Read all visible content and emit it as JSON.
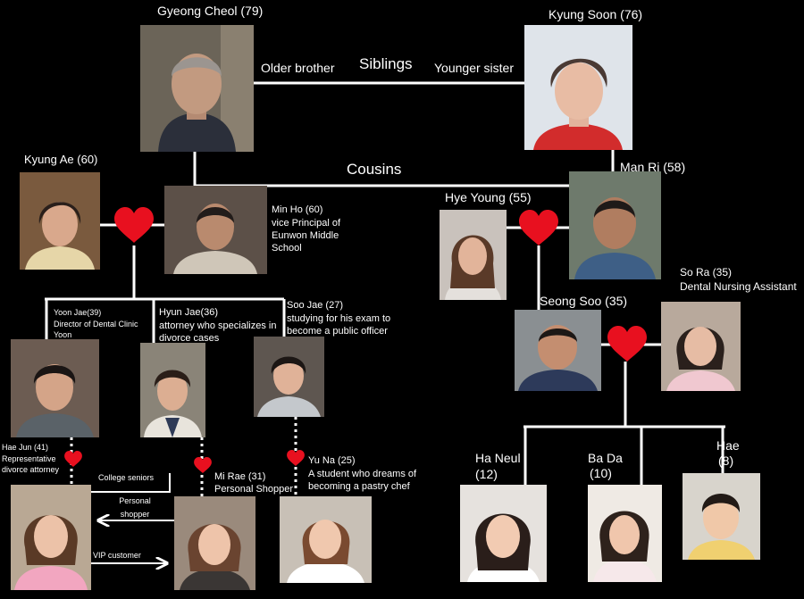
{
  "people": {
    "gyeong_cheol": "Gyeong Cheol (79)",
    "kyung_soon": "Kyung Soon (76)",
    "kyung_ae": "Kyung Ae (60)",
    "min_ho_name": "Min Ho (60)",
    "min_ho_desc": "vice Principal of Eunwon Middle School",
    "man_ri": "Man Ri (58)",
    "hye_young": "Hye Young (55)",
    "so_ra_name": "So Ra (35)",
    "so_ra_desc": "Dental Nursing Assistant",
    "seong_soo": "Seong Soo (35)",
    "yoon_jae_name": "Yoon Jae(39)",
    "yoon_jae_desc": "Director of Dental Clinic Yoon",
    "hyun_jae_name": "Hyun Jae(36)",
    "hyun_jae_desc": "attorney who specializes in divorce cases",
    "soo_jae_name": "Soo Jae (27)",
    "soo_jae_desc": "studying for his exam to become a public officer",
    "hae_jun_name": "Hae Jun (41)",
    "hae_jun_desc": "Representative divorce attorney",
    "mi_rae_name": "Mi Rae (31)",
    "mi_rae_desc": "Personal Shopper",
    "yu_na_name": "Yu Na (25)",
    "yu_na_desc": "A student who dreams of becoming a pastry chef",
    "ha_neul_name": "Ha Neul",
    "ha_neul_age": "(12)",
    "ba_da_name": "Ba Da",
    "ba_da_age": "(10)",
    "hae_name": "Hae",
    "hae_age": "(8)"
  },
  "relations": {
    "older_brother": "Older brother",
    "siblings": "Siblings",
    "younger_sister": "Younger sister",
    "cousins": "Cousins",
    "college_seniors": "College seniors",
    "personal_shopper": "Personal shopper",
    "vip_customer": "VIP customer"
  },
  "colors": {
    "background": "#000000",
    "line": "#ffffff",
    "heart": "#e8101f",
    "text": "#ffffff"
  },
  "icons": [
    "heart-icon",
    "arrow-left-icon",
    "arrow-right-icon"
  ]
}
